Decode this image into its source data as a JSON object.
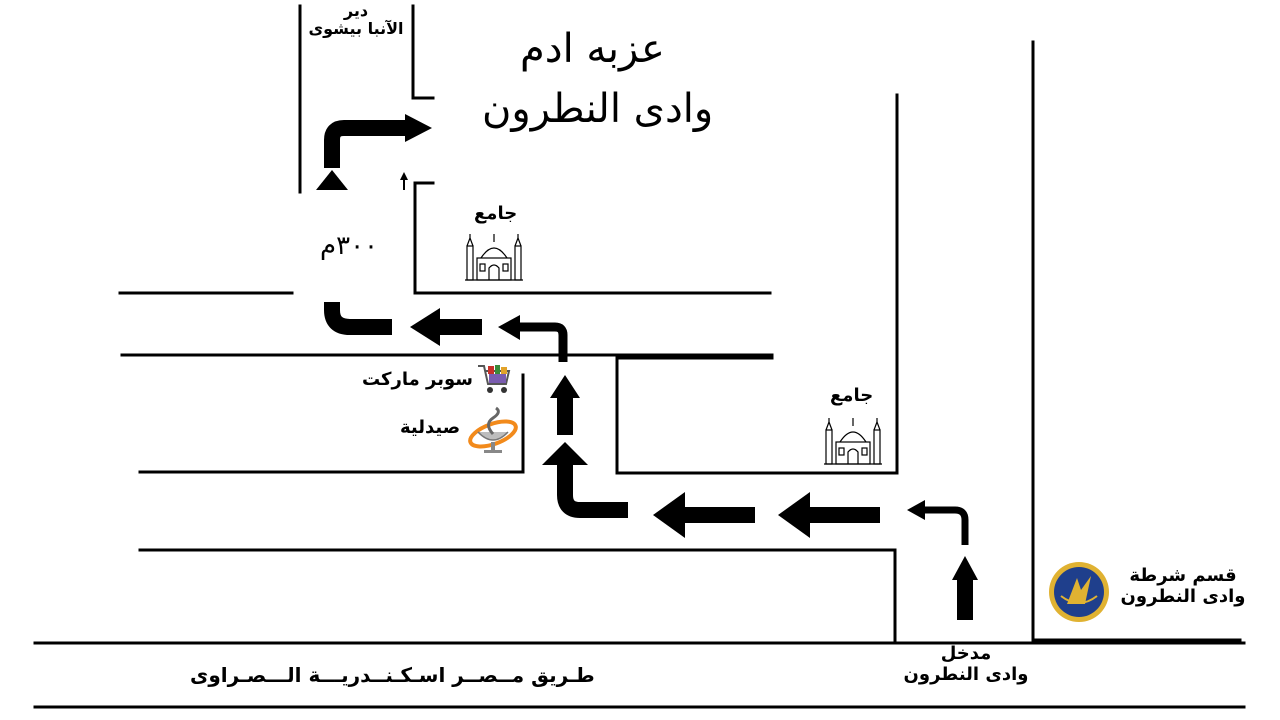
{
  "map": {
    "destination": {
      "line1": "عزبه ادم",
      "line2": "وادى النطرون"
    },
    "monastery": {
      "line1": "دير",
      "line2": "الآنبا بيشوى"
    },
    "distance": "٣٠٠م",
    "mosque_upper": "جامع",
    "mosque_right": "جامع",
    "supermarket": "سوبر ماركت",
    "pharmacy": "صيدلية",
    "police": {
      "line1": "قسم شرطة",
      "line2": "وادى النطرون"
    },
    "entrance": {
      "line1": "مدخل",
      "line2": "وادى النطرون"
    },
    "highway": "طـريق مــصــر اسـكـنــدريـــة الـــصـراوى"
  },
  "colors": {
    "road_line": "#000000",
    "arrow": "#000000",
    "police_badge": "#1f3f8c",
    "police_emblem": "#e0b232",
    "pharmacy_orange": "#f28a1b",
    "cart_red": "#c8312a"
  },
  "icons": [
    "mosque-icon",
    "supermarket-cart-icon",
    "pharmacy-icon",
    "police-emblem-icon",
    "route-arrow-icon"
  ]
}
